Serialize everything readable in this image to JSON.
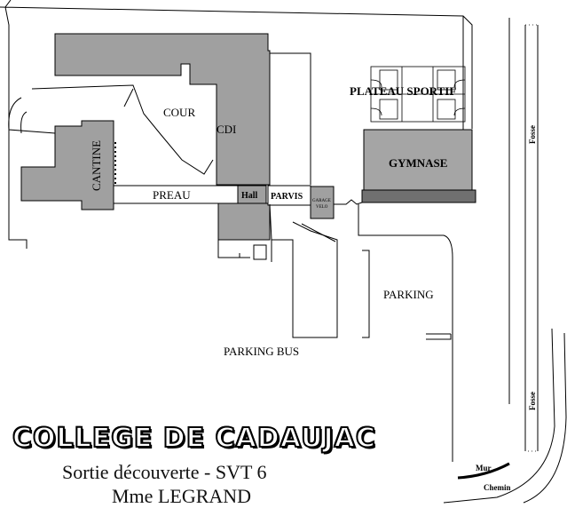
{
  "map": {
    "labels": {
      "cour": "COUR",
      "cdi": "CDI",
      "cantine": "CANTINE",
      "preau": "PREAU",
      "hall": "Hall",
      "parvis": "PARVIS",
      "garage_line1": "GARAGE",
      "garage_line2": "VELO",
      "plateau": "PLATEAU SPORTIF",
      "gymnase": "GYMNASE",
      "parking": "PARKING",
      "parking_bus": "PARKING BUS",
      "fosse": "Fosse",
      "mur": "Mur",
      "chemin": "Chemin"
    },
    "colors": {
      "building": "#a0a0a0",
      "gymnase": "#a5a5a5",
      "line": "#000000"
    }
  },
  "caption": {
    "title": "COLLEGE DE CADAUJAC",
    "subtitle": "Sortie découverte - SVT 6",
    "teacher": "Mme LEGRAND"
  }
}
